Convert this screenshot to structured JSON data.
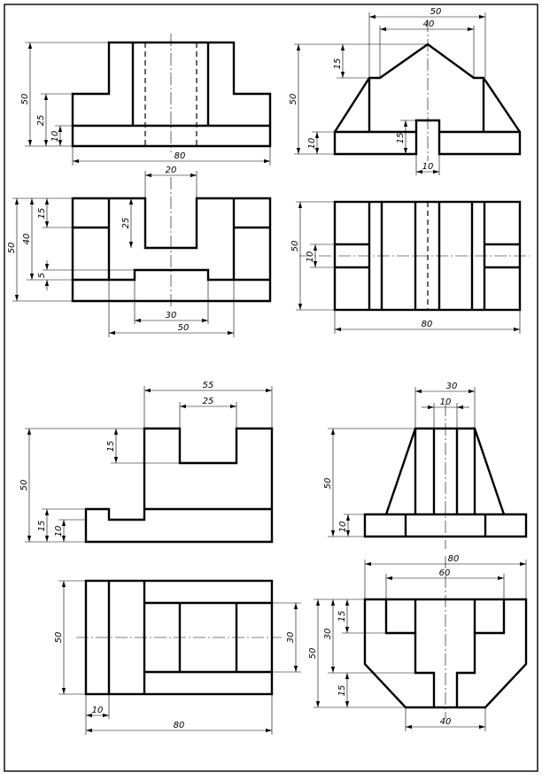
{
  "drawings": [
    {
      "id": "part-1-front",
      "labels": [
        {
          "name": "dim-50",
          "text": "50"
        },
        {
          "name": "dim-25",
          "text": "25"
        },
        {
          "name": "dim-10",
          "text": "10"
        },
        {
          "name": "dim-80",
          "text": "80"
        }
      ]
    },
    {
      "id": "part-1-side",
      "labels": [
        {
          "name": "dim-50-top",
          "text": "50"
        },
        {
          "name": "dim-40-top",
          "text": "40"
        },
        {
          "name": "dim-15-upper",
          "text": "15"
        },
        {
          "name": "dim-50-height",
          "text": "50"
        },
        {
          "name": "dim-10-left",
          "text": "10"
        },
        {
          "name": "dim-15-slot",
          "text": "15"
        },
        {
          "name": "dim-10-slot",
          "text": "10"
        }
      ]
    },
    {
      "id": "part-1-top",
      "labels": [
        {
          "name": "dim-20",
          "text": "20"
        },
        {
          "name": "dim-50-height",
          "text": "50"
        },
        {
          "name": "dim-40",
          "text": "40"
        },
        {
          "name": "dim-15",
          "text": "15"
        },
        {
          "name": "dim-25",
          "text": "25"
        },
        {
          "name": "dim-5",
          "text": "5"
        },
        {
          "name": "dim-30",
          "text": "30"
        },
        {
          "name": "dim-50-width",
          "text": "50"
        }
      ]
    },
    {
      "id": "part-1-bottom",
      "labels": [
        {
          "name": "dim-50",
          "text": "50"
        },
        {
          "name": "dim-10",
          "text": "10"
        },
        {
          "name": "dim-80",
          "text": "80"
        }
      ]
    },
    {
      "id": "part-2-front",
      "labels": [
        {
          "name": "dim-55",
          "text": "55"
        },
        {
          "name": "dim-25",
          "text": "25"
        },
        {
          "name": "dim-50",
          "text": "50"
        },
        {
          "name": "dim-15-upper",
          "text": "15"
        },
        {
          "name": "dim-15-lower",
          "text": "15"
        },
        {
          "name": "dim-10",
          "text": "10"
        }
      ]
    },
    {
      "id": "part-2-side",
      "labels": [
        {
          "name": "dim-30",
          "text": "30"
        },
        {
          "name": "dim-10-top",
          "text": "10"
        },
        {
          "name": "dim-50",
          "text": "50"
        },
        {
          "name": "dim-10-base",
          "text": "10"
        }
      ]
    },
    {
      "id": "part-2-top",
      "labels": [
        {
          "name": "dim-50",
          "text": "50"
        },
        {
          "name": "dim-30",
          "text": "30"
        },
        {
          "name": "dim-10",
          "text": "10"
        },
        {
          "name": "dim-80",
          "text": "80"
        }
      ]
    },
    {
      "id": "part-2-bottom",
      "labels": [
        {
          "name": "dim-80",
          "text": "80"
        },
        {
          "name": "dim-60",
          "text": "60"
        },
        {
          "name": "dim-15-upper",
          "text": "15"
        },
        {
          "name": "dim-30",
          "text": "30"
        },
        {
          "name": "dim-50",
          "text": "50"
        },
        {
          "name": "dim-15-lower",
          "text": "15"
        },
        {
          "name": "dim-40",
          "text": "40"
        }
      ]
    }
  ]
}
